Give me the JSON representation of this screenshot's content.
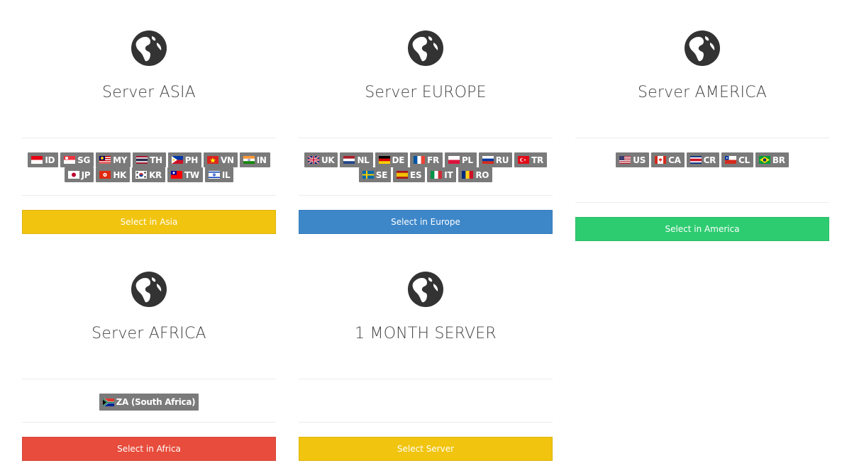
{
  "colors": {
    "asia_button": "#f1c40f",
    "europe_button": "#3d87c9",
    "america_button": "#2ecc71",
    "africa_button": "#e74c3c",
    "month_button": "#f1c40f",
    "badge": "#7a7a7a"
  },
  "cards": {
    "asia": {
      "title": "Server ASIA",
      "button": "Select in Asia",
      "flags": [
        "ID",
        "SG",
        "MY",
        "TH",
        "PH",
        "VN",
        "IN",
        "JP",
        "HK",
        "KR",
        "TW",
        "IL"
      ]
    },
    "europe": {
      "title": "Server EUROPE",
      "button": "Select in Europe",
      "flags": [
        "UK",
        "NL",
        "DE",
        "FR",
        "PL",
        "RU",
        "TR",
        "SE",
        "ES",
        "IT",
        "RO"
      ]
    },
    "america": {
      "title": "Server AMERICA",
      "button": "Select in America",
      "flags": [
        "US",
        "CA",
        "CR",
        "CL",
        "BR"
      ]
    },
    "africa": {
      "title": "Server AFRICA",
      "button": "Select in Africa",
      "flags": [
        "ZA (South Africa)"
      ]
    },
    "month": {
      "title": "1 MONTH SERVER",
      "button": "Select Server"
    }
  },
  "icons": {
    "globe": "globe-americas-icon"
  }
}
